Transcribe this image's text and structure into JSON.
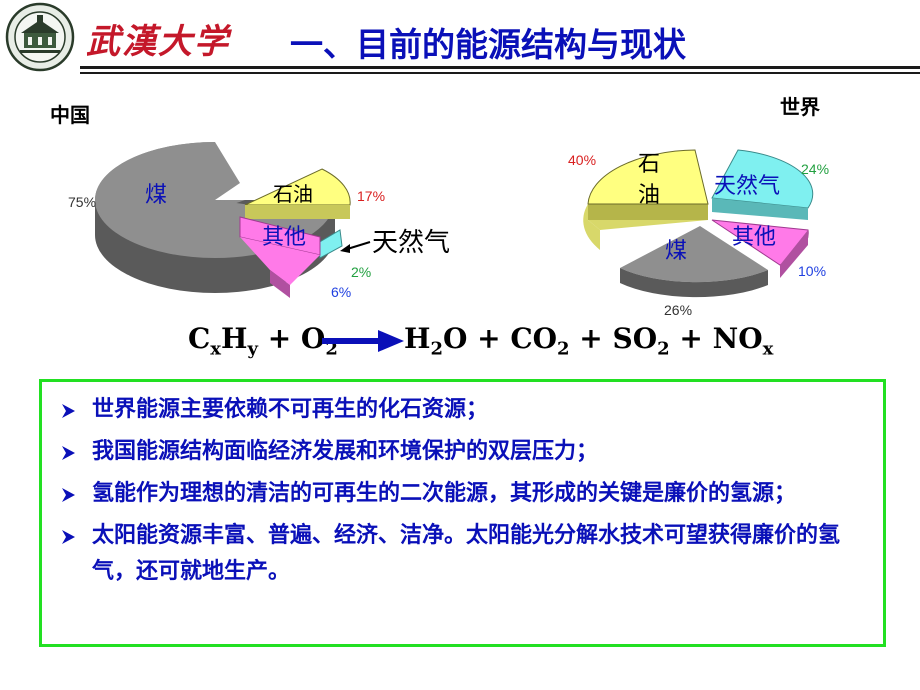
{
  "header": {
    "university_calligraphy": "武漢大学",
    "title": "一、目前的能源结构与现状"
  },
  "charts": {
    "china": {
      "label": "中国",
      "slices": [
        {
          "name": "煤",
          "value": 75,
          "pct_label": "75%",
          "color": "#8f8f8f"
        },
        {
          "name": "石油",
          "value": 17,
          "pct_label": "17%",
          "color": "#ffff80"
        },
        {
          "name": "天然气",
          "value": 2,
          "pct_label": "2%",
          "color": "#7ff0f0"
        },
        {
          "name": "其他",
          "value": 6,
          "pct_label": "6%",
          "color": "#ff7ae8"
        }
      ]
    },
    "world": {
      "label": "世界",
      "slices": [
        {
          "name": "石油",
          "name_line1": "石",
          "name_line2": "油",
          "value": 40,
          "pct_label": "40%",
          "color": "#ffff80"
        },
        {
          "name": "天然气",
          "value": 24,
          "pct_label": "24%",
          "color": "#7ff0f0"
        },
        {
          "name": "其他",
          "value": 10,
          "pct_label": "10%",
          "color": "#ff7ae8"
        },
        {
          "name": "煤",
          "value": 26,
          "pct_label": "26%",
          "color": "#8f8f8f"
        }
      ]
    }
  },
  "formula": {
    "lhs": {
      "C": "C",
      "x": "x",
      "H": "H",
      "y": "y",
      "plus": " + O",
      "two": "2"
    },
    "rhs": {
      "h2o_a": "H",
      "h2o_2": "2",
      "h2o_b": "O + CO",
      "co2_2": "2",
      "so_a": " +  SO",
      "so2_2": "2",
      "no_a": " + NO",
      "nox_x": "x"
    }
  },
  "bullets": [
    "世界能源主要依赖不可再生的化石资源；",
    "我国能源结构面临经济发展和环境保护的双层压力；",
    "氢能作为理想的清洁的可再生的二次能源，其形成的关键是廉价的氢源；",
    "太阳能资源丰富、普遍、经济、洁净。太阳能光分解水技术可望获得廉价的氢气，还可就地生产。"
  ],
  "colors": {
    "title_blue": "#0a10b8",
    "box_green": "#22e022",
    "pct_red": "#d92020",
    "pct_green": "#22a040",
    "pct_blue": "#2040e0"
  }
}
